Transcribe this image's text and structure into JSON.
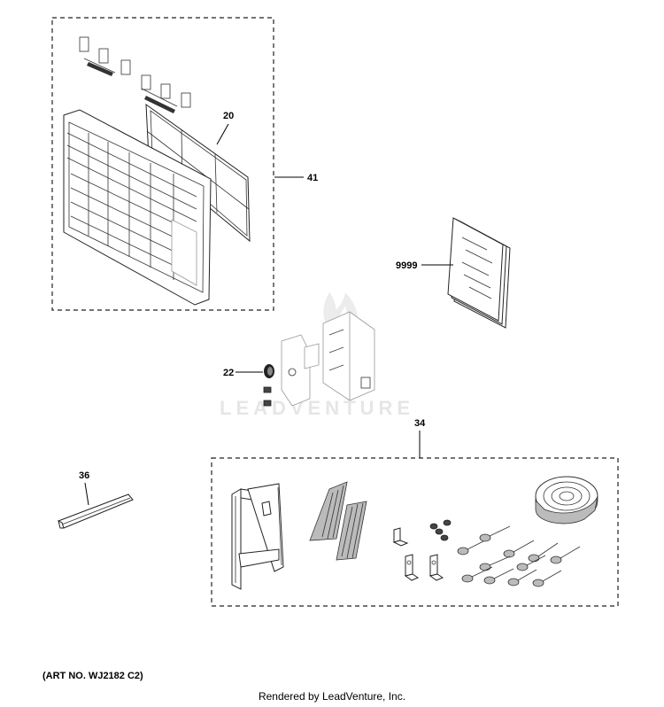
{
  "callouts": {
    "c20": "20",
    "c41": "41",
    "c9999": "9999",
    "c22": "22",
    "c34": "34",
    "c36": "36"
  },
  "watermark": "LEADVENTURE",
  "art_number": "(ART NO. WJ2182 C2)",
  "footer": "Rendered by LeadVenture, Inc."
}
